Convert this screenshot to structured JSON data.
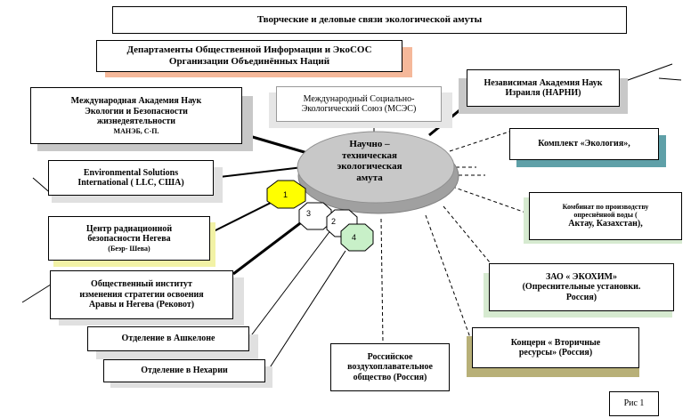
{
  "title": "Творческие и деловые  связи экологической амуты",
  "hub": {
    "lines": [
      "Научно –",
      "техническая",
      "экологическая",
      "амута"
    ]
  },
  "nodes": {
    "departments": {
      "lines": [
        "Департаменты Общественной Информации  и  ЭкоСОС",
        "Организации Объединённых  Наций"
      ]
    },
    "maneb": {
      "lines": [
        "Международная Академия Наук",
        "Экологии и Безопасности",
        "жизнедеятельности",
        "МАНЭБ, С-П."
      ]
    },
    "msoes": {
      "lines": [
        "Международный  Социально-",
        "Экологический Союз (МСЭС)"
      ]
    },
    "narni": {
      "lines": [
        "Независимая Академия Наук",
        "Израиля (НАРНИ)"
      ]
    },
    "komplekt": {
      "lines": [
        "Комплект «Экология»,"
      ]
    },
    "ess": {
      "lines": [
        "Environmental Solutions",
        "International  ( LLC, США)"
      ]
    },
    "kombinat": {
      "lines": [
        "Комбинат по производству",
        "опреснённой воды (",
        "Актау, Казахстан),"
      ]
    },
    "radiation": {
      "lines": [
        "Центр радиационной",
        "безопасности Негева",
        "(Беэр- Шева)"
      ]
    },
    "ekohim": {
      "lines": [
        "ЗАО « ЭКОХИМ»",
        "(Опреснительные установки.",
        "Россия)"
      ]
    },
    "institute": {
      "lines": [
        "Общественный институт",
        "изменения стратегии освоения",
        "Аравы и Негева (Рековот)"
      ]
    },
    "ashkelon": {
      "lines": [
        "Отделение в Ашкелоне"
      ]
    },
    "vtor": {
      "lines": [
        "Концерн « Вторичные",
        "ресурсы» (Россия)"
      ]
    },
    "aero": {
      "lines": [
        "Российское",
        "воздухоплавательное",
        "общество (Россия)"
      ]
    },
    "nehari": {
      "lines": [
        "Отделение в Нехарии"
      ]
    }
  },
  "markers": [
    "1",
    "2",
    "3",
    "4"
  ],
  "figure_label": "Рис 1",
  "colors": {
    "orange_shadow": "#f5b89a",
    "gray_shadow": "#c8c8c8",
    "teal_shadow": "#5fa0a8",
    "yellow_shadow": "#f2f2a6",
    "green_shadow": "#d6ead0",
    "olive_shadow": "#b8b078",
    "hub_fill": "#c8c8c8",
    "hub_side": "#a0a0a0",
    "marker_yellow": "#ffff00",
    "marker_green": "#c8f0c8"
  }
}
